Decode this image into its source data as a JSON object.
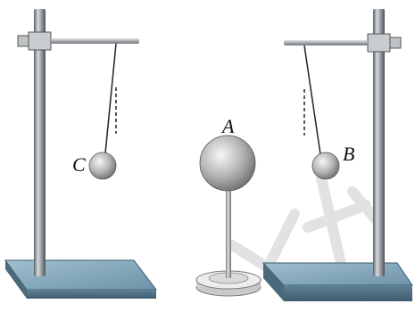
{
  "labels": {
    "a": "A",
    "b": "B",
    "c": "C"
  },
  "colors": {
    "metal": "#9aa0a6",
    "base_top": "#7fa3b8",
    "base_side": "#4d6f82",
    "sphere": "#b9b9b9",
    "watermark": "#d0d0d0"
  }
}
